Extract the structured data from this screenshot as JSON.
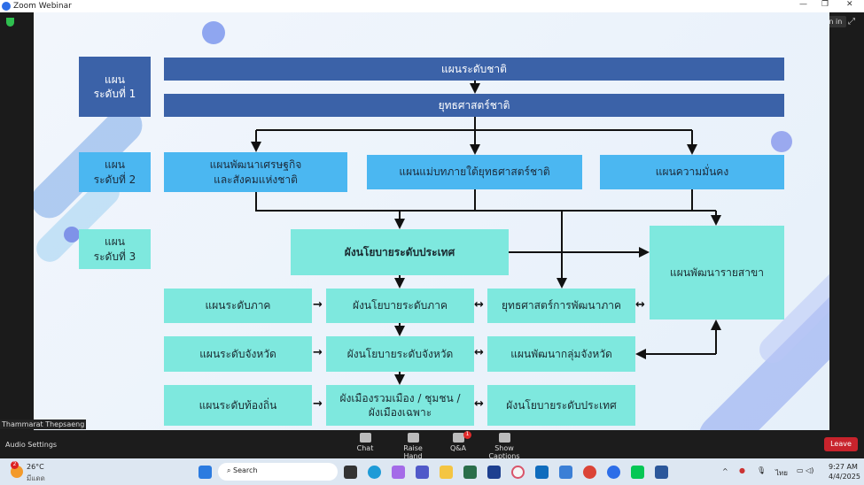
{
  "window": {
    "title": "Zoom Webinar",
    "sign_in": "Sign in"
  },
  "slide": {
    "levels": [
      {
        "label": "แผน\nระดับที่ 1"
      },
      {
        "label": "แผน\nระดับที่ 2"
      },
      {
        "label": "แผน\nระดับที่ 3"
      }
    ],
    "level1": [
      "แผนระดับชาติ",
      "ยุทธศาสตร์ชาติ"
    ],
    "level2": [
      "แผนพัฒนาเศรษฐกิจ\nและสังคมแห่งชาติ",
      "แผนแม่บทภายใต้ยุทธศาสตร์ชาติ",
      "แผนความมั่นคง"
    ],
    "level3": {
      "national_policy": "ผังนโยบายระดับประเทศ",
      "sector_plan": "แผนพัฒนารายสาขา",
      "rows": [
        [
          "แผนระดับภาค",
          "ผังนโยบายระดับภาค",
          "ยุทธศาสตร์การพัฒนาภาค"
        ],
        [
          "แผนระดับจังหวัด",
          "ผังนโยบายระดับจังหวัด",
          "แผนพัฒนากลุ่มจังหวัด"
        ],
        [
          "แผนระดับท้องถิ่น",
          "ผังเมืองรวมเมือง / ชุมชน /\nผังเมืองเฉพาะ",
          "ผังนโยบายระดับประเทศ"
        ]
      ]
    },
    "arrow_right": "→",
    "arrow_both": "↔"
  },
  "participant_name": "Thammarat Thepsaeng",
  "zoom_controls": {
    "audio_settings": "Audio Settings",
    "chat": "Chat",
    "raise_hand": "Raise Hand",
    "qa": "Q&A",
    "qa_badge": "1",
    "captions": "Show Captions",
    "leave": "Leave"
  },
  "taskbar": {
    "temp": "26°C",
    "weather": "มีแดด",
    "weather_badge": "2",
    "search": "Search",
    "lang": "ไทย",
    "time": "9:27 AM",
    "date": "4/4/2025"
  }
}
